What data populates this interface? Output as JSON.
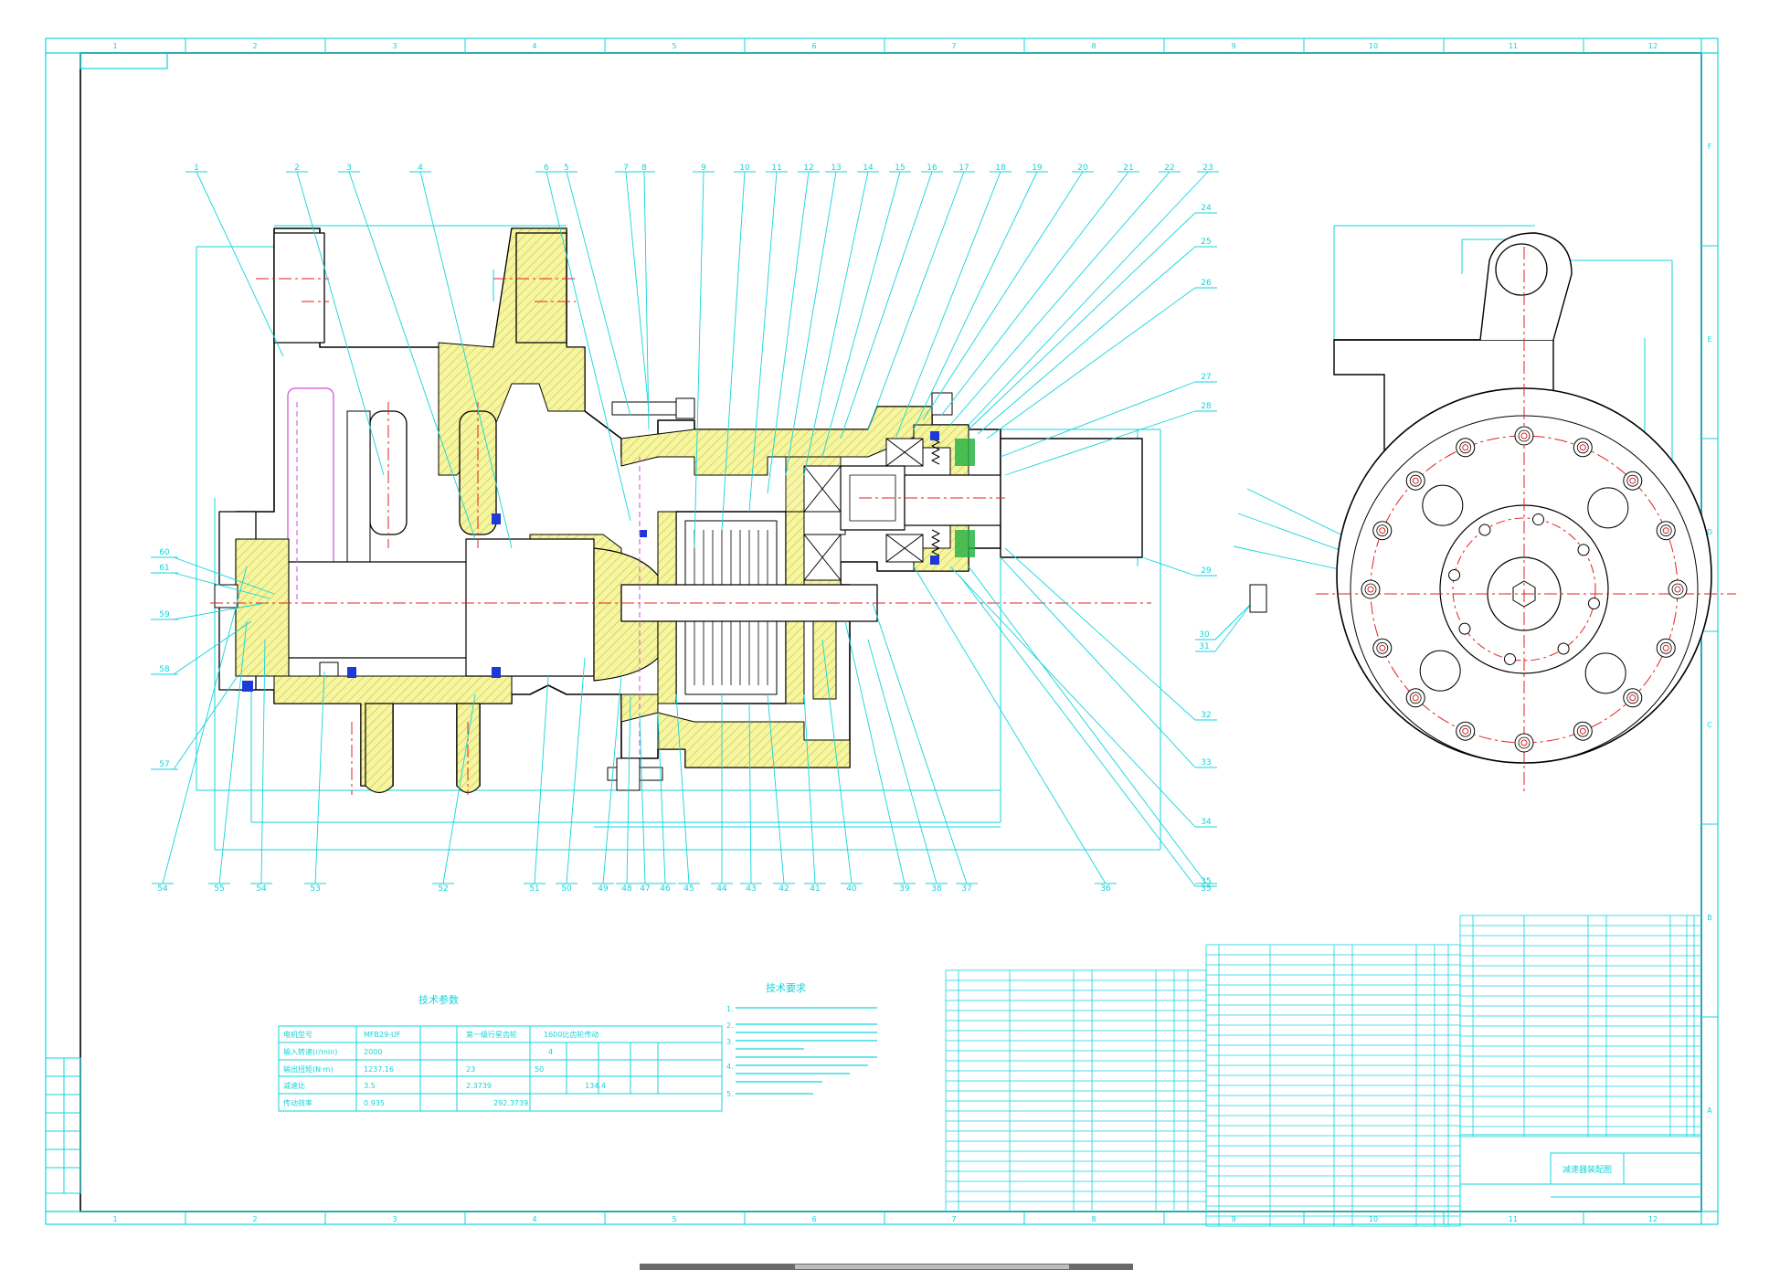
{
  "colors": {
    "line": "#11d5dc",
    "black": "#000000",
    "red": "#e22020",
    "hatch": "#f2f07a",
    "magenta": "#d14dd2",
    "blue": "#1d39d8",
    "green": "#20b040"
  },
  "frame": {
    "top_zones": [
      "1",
      "2",
      "3",
      "4",
      "5",
      "6",
      "7",
      "8",
      "9",
      "10",
      "11",
      "12"
    ],
    "right_zones": [
      "F",
      "E",
      "D",
      "C",
      "B",
      "A"
    ]
  },
  "balloons_top": [
    "1",
    "2",
    "3",
    "4",
    "6",
    "5",
    "7",
    "8",
    "9",
    "10",
    "11",
    "12",
    "13",
    "14",
    "15",
    "16",
    "17",
    "18",
    "19",
    "20",
    "21",
    "22",
    "23"
  ],
  "balloons_right": [
    "24",
    "25",
    "26",
    "27",
    "28",
    "29",
    "32",
    "33",
    "34",
    "35"
  ],
  "balloons_bottom": [
    "54",
    "55",
    "54",
    "53",
    "52",
    "51",
    "50",
    "49",
    "48",
    "47",
    "46",
    "45",
    "44",
    "43",
    "42",
    "41",
    "40",
    "39",
    "38",
    "37",
    "36",
    "35"
  ],
  "balloons_left": [
    "60",
    "61",
    "59",
    "58",
    "57"
  ],
  "balloons_side": [
    "30",
    "31"
  ],
  "tech_params": {
    "title": "技术参数",
    "rows": [
      [
        "电机型号",
        "MFB29-UF",
        "第一级行星齿轮",
        "1600比齿轮传动"
      ],
      [
        "输入转速(r/min)",
        "2000",
        "",
        "4"
      ],
      [
        "输出扭矩(N·m)",
        "1237.16",
        "23",
        "50"
      ],
      [
        "减速比",
        "3.5",
        "2.3739",
        "134.4"
      ],
      [
        "传动效率",
        "0.935",
        "292.3739",
        ""
      ]
    ]
  },
  "tech_req": {
    "title": "技术要求",
    "items": [
      "1.",
      "2.",
      "3.",
      "4.",
      "5."
    ]
  },
  "title_block": {
    "name": "减速器装配图"
  }
}
